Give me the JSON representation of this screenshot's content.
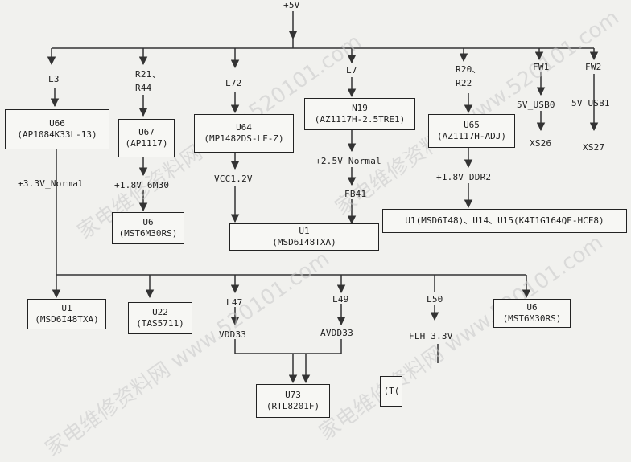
{
  "labels": {
    "top_supply": "+5V",
    "l3": "L3",
    "r21": "R21、",
    "r44": "R44",
    "l72": "L72",
    "l7": "L7",
    "r20": "R20、",
    "r22": "R22",
    "fw1": "FW1",
    "fw2": "FW2",
    "usb0": "5V_USB0",
    "usb1": "5V_USB1",
    "xs26": "XS26",
    "xs27": "XS27",
    "v33": "+3.3V_Normal",
    "v18_6m30": "+1.8V_6M30",
    "vcc12": "VCC1.2V",
    "v25": "+2.5V_Normal",
    "fb41": "FB41",
    "v18_ddr2": "+1.8V_DDR2",
    "l47": "L47",
    "l49": "L49",
    "l50": "L50",
    "vdd33": "VDD33",
    "avdd33": "AVDD33",
    "flh33": "FLH_3.3V"
  },
  "boxes": {
    "u66": {
      "ref": "U66",
      "part": "(AP1084K33L-13)"
    },
    "u67": {
      "ref": "U67",
      "part": "(AP1117)"
    },
    "u64": {
      "ref": "U64",
      "part": "(MP1482DS-LF-Z)"
    },
    "n19": {
      "ref": "N19",
      "part": "(AZ1117H-2.5TRE1)"
    },
    "u65": {
      "ref": "U65",
      "part": "(AZ1117H-ADJ)"
    },
    "u6_top": {
      "ref": "U6",
      "part": "(MST6M30RS)"
    },
    "u1_mid": {
      "ref": "U1",
      "part": "(MSD6I48TXA)"
    },
    "ddr": {
      "text": "U1(MSD6I48)、U14、U15(K4T1G164QE-HCF8)"
    },
    "u1_bot": {
      "ref": "U1",
      "part": "(MSD6I48TXA)"
    },
    "u22": {
      "ref": "U22",
      "part": "(TAS5711)"
    },
    "u6_bot": {
      "ref": "U6",
      "part": "(MST6M30RS)"
    },
    "u73": {
      "ref": "U73",
      "part": "(RTL8201F)"
    },
    "partial": {
      "text": "(T("
    }
  },
  "watermark": "家电维修资料网 www.520101.com"
}
